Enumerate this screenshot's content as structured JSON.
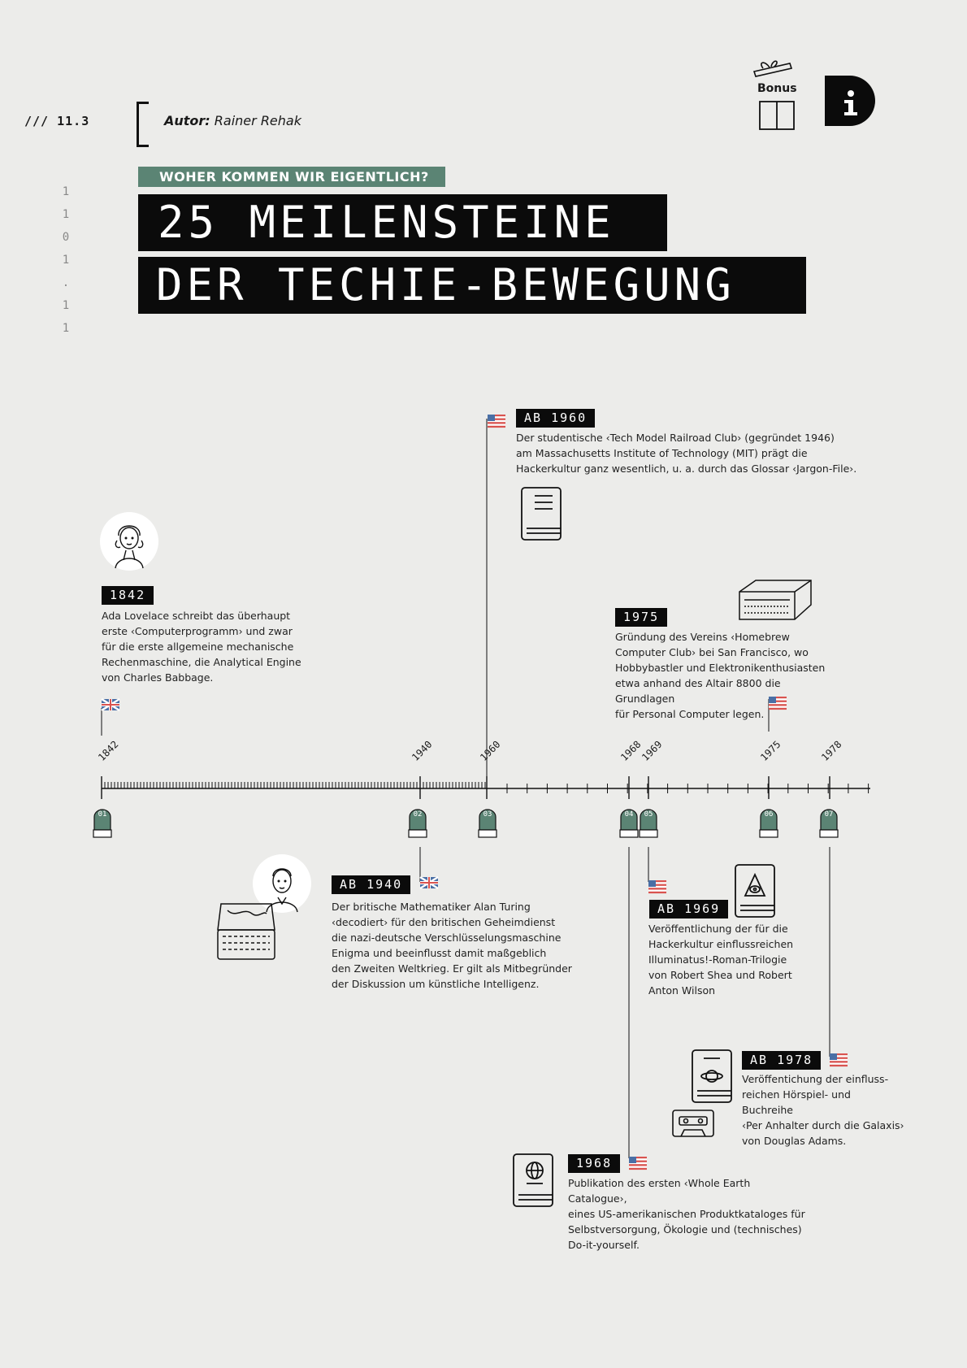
{
  "header": {
    "section_number": "/// 11.3",
    "author_label": "Autor:",
    "author_name": "Rainer Rehak",
    "binary": [
      "1",
      "1",
      "0",
      "1",
      ".",
      "1",
      "1"
    ],
    "kicker": "WOHER KOMMEN WIR EIGENTLICH?",
    "title_line1": "25 MEILENSTEINE",
    "title_line2": "DER TECHIE-BEWEGUNG",
    "bonus_label": "Bonus",
    "info_icon": "info-icon"
  },
  "colors": {
    "accent_green": "#5b8474",
    "background": "#ececea",
    "black": "#0b0b0b"
  },
  "timeline": {
    "year_labels": [
      "1842",
      "1940",
      "1960",
      "1968",
      "1969",
      "1975",
      "1978"
    ],
    "markers": [
      "01",
      "02",
      "03",
      "04",
      "05",
      "06",
      "07"
    ]
  },
  "events": {
    "e1842": {
      "tag": "1842",
      "text": [
        "Ada Lovelace schreibt das überhaupt",
        "erste ‹Computerprogramm› und zwar",
        "für die erste allgemeine mechanische",
        "Rechenmaschine, die Analytical Engine",
        "von Charles Babbage."
      ]
    },
    "e1960": {
      "tag": "AB 1960",
      "text": [
        "Der studentische ‹Tech Model Railroad Club› (gegründet 1946)",
        "am Massachusetts Institute of Technology (MIT) prägt die",
        "Hackerkultur ganz wesentlich, u. a. durch das Glossar ‹Jargon-File›."
      ]
    },
    "e1975": {
      "tag": "1975",
      "text": [
        "Gründung des Vereins ‹Homebrew",
        "Computer Club› bei San Francisco, wo",
        "Hobbybastler und Elektronikenthusiasten",
        "etwa anhand des Altair 8800 die Grundlagen",
        "für Personal Computer legen."
      ]
    },
    "e1940": {
      "tag": "AB 1940",
      "text": [
        "Der britische Mathematiker Alan Turing",
        "‹decodiert› für den britischen Geheimdienst",
        "die nazi-deutsche Verschlüsselungsmaschine",
        "Enigma und beeinflusst damit maßgeblich",
        "den Zweiten Weltkrieg. Er gilt als Mitbegründer",
        "der Diskussion um künstliche Intelligenz."
      ]
    },
    "e1969": {
      "tag": "AB 1969",
      "text": [
        "Veröffentlichung der für die",
        "Hackerkultur einflussreichen",
        "Illuminatus!-Roman-Trilogie",
        "von Robert Shea und Robert",
        "Anton Wilson"
      ]
    },
    "e1978": {
      "tag": "AB 1978",
      "text": [
        "Veröffentichung der einfluss-",
        "reichen Hörspiel- und Buchreihe",
        "‹Per Anhalter durch die Galaxis›",
        "von Douglas Adams."
      ]
    },
    "e1968": {
      "tag": "1968",
      "text": [
        "Publikation des ersten ‹Whole Earth Catalogue›,",
        "eines US-amerikanischen Produktkataloges für",
        "Selbstversorgung, Ökologie und (technisches)",
        "Do-it-yourself."
      ]
    }
  }
}
